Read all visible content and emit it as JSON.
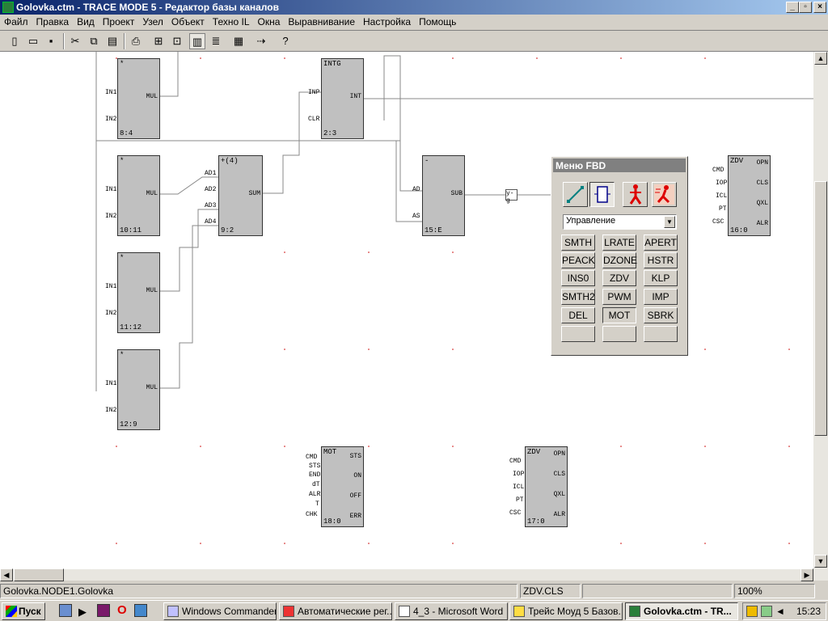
{
  "window": {
    "title": "Golovka.ctm - TRACE MODE 5 - Редактор базы каналов"
  },
  "menu": [
    "Файл",
    "Правка",
    "Вид",
    "Проект",
    "Узел",
    "Объект",
    "Техно IL",
    "Окна",
    "Выравнивание",
    "Настройка",
    "Помощь"
  ],
  "toolbar_icons": [
    "new-icon",
    "open-icon",
    "save-icon",
    "cut-icon",
    "copy-icon",
    "paste-icon",
    "print-icon",
    "tree-icon",
    "network-icon",
    "channel-icon",
    "list-icon",
    "grid-icon",
    "run-icon",
    "help-icon"
  ],
  "blocks": [
    {
      "name": "*",
      "id": "8:4",
      "inputs": [
        "IN1",
        "IN2"
      ],
      "outputs": [
        "MUL"
      ]
    },
    {
      "name": "INTG",
      "id": "2:3",
      "inputs": [
        "INP",
        "CLR"
      ],
      "outputs": [
        "INT"
      ]
    },
    {
      "name": "*",
      "id": "10:11",
      "inputs": [
        "IN1",
        "IN2"
      ],
      "outputs": [
        "MUL"
      ]
    },
    {
      "name": "+(4)",
      "id": "9:2",
      "inputs": [
        "AD1",
        "AD2",
        "AD3",
        "AD4"
      ],
      "outputs": [
        "SUM"
      ]
    },
    {
      "name": "-",
      "id": "15:E",
      "inputs": [
        "AD",
        "AS"
      ],
      "outputs": [
        "SUB"
      ]
    },
    {
      "name": "*",
      "id": "11:12",
      "inputs": [
        "IN1",
        "IN2"
      ],
      "outputs": [
        "MUL"
      ]
    },
    {
      "name": "*",
      "id": "12:9",
      "inputs": [
        "IN1",
        "IN2"
      ],
      "outputs": [
        "MUL"
      ]
    },
    {
      "name": "ZDV",
      "id": "16:0",
      "inputs": [
        "CMD",
        "IOP",
        "ICL",
        "PT",
        "CSC"
      ],
      "outputs": [
        "OPN",
        "CLS",
        "QXL",
        "ALR"
      ]
    },
    {
      "name": "MOT",
      "id": "18:0",
      "inputs": [
        "CMD",
        "STS",
        "END",
        "dT",
        "ALR",
        "T",
        "CHK"
      ],
      "outputs": [
        "STS",
        "ON",
        "OFF",
        "ERR"
      ]
    },
    {
      "name": "ZDV",
      "id": "17:0",
      "inputs": [
        "CMD",
        "IOP",
        "ICL",
        "PT",
        "CSC"
      ],
      "outputs": [
        "OPN",
        "CLS",
        "QXL",
        "ALR"
      ]
    }
  ],
  "signal_label": "y-g",
  "fbd_menu": {
    "title": "Меню FBD",
    "icons": [
      "link-tool-icon",
      "block-tool-icon",
      "run-man-icon",
      "exit-man-icon"
    ],
    "category": "Управление",
    "buttons": [
      "SMTH",
      "LRATE",
      "APERT",
      "PEACK",
      "DZONE",
      "HSTR",
      "INS0",
      "ZDV",
      "KLP",
      "SMTH2",
      "PWM",
      "IMP",
      "DEL",
      "MOT",
      "SBRK",
      "",
      "",
      ""
    ]
  },
  "status": {
    "path": "Golovka.NODE1.Golovka",
    "field": "ZDV.CLS",
    "zoom": "100%"
  },
  "taskbar": {
    "start": "Пуск",
    "tasks": [
      "Windows Commander ...",
      "Автоматические рег...",
      "4_3 - Microsoft Word",
      "Трейс Моуд 5 Базов...",
      "Golovka.ctm - TR..."
    ],
    "clock": "15:23"
  }
}
